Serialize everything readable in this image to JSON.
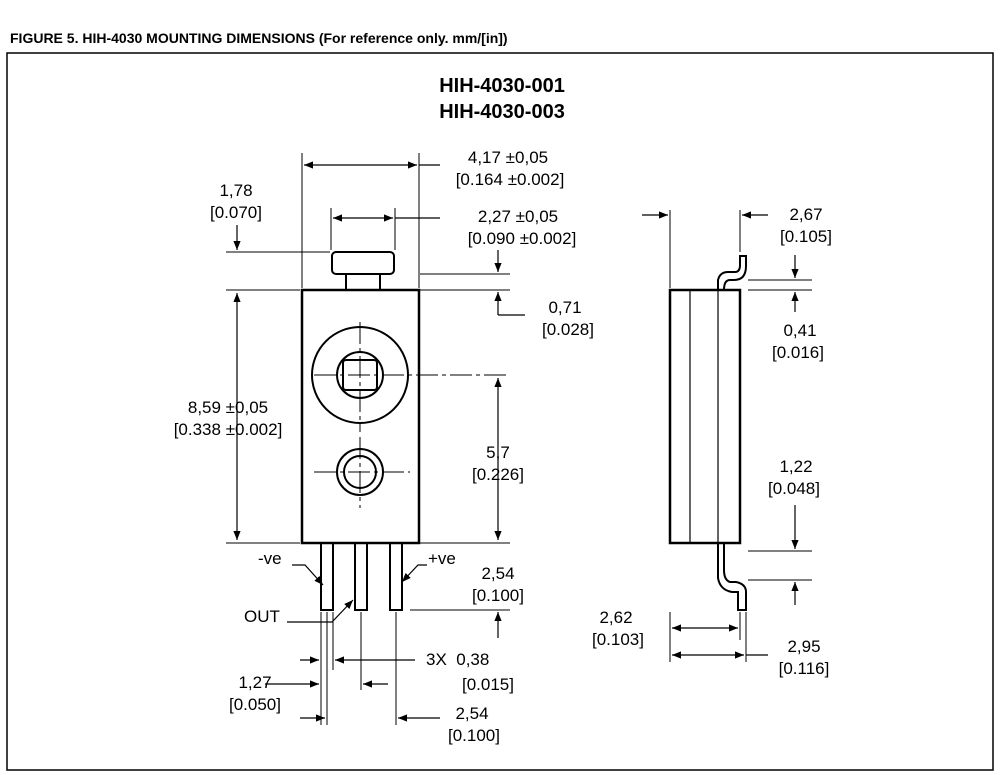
{
  "caption": "FIGURE 5. HIH-4030 MOUNTING DIMENSIONS (For reference only. mm/[in])",
  "titles": [
    "HIH-4030-001",
    "HIH-4030-003"
  ],
  "dimensions": {
    "body_width": [
      "4,17 ±0,05",
      "[0.164 ±0.002]"
    ],
    "cap_width": [
      "2,27 ±0,05",
      "[0.090 ±0.002]"
    ],
    "cap_offset": [
      "1,78",
      "[0.070]"
    ],
    "cap_height": [
      "0,71",
      "[0.028]"
    ],
    "body_height": [
      "8,59 ±0,05",
      "[0.338 ±0.002]"
    ],
    "hole_spacing": [
      "5,7",
      "[0.226]"
    ],
    "lead_length": [
      "2,54",
      "[0.100]"
    ],
    "lead_width": [
      "3X  0,38",
      "[0.015]"
    ],
    "lead_pitch_inner": [
      "1,27",
      "[0.050]"
    ],
    "lead_pitch": [
      "2,54",
      "[0.100]"
    ],
    "side_top": [
      "2,67",
      "[0.105]"
    ],
    "side_flange": [
      "0,41",
      "[0.016]"
    ],
    "side_bend": [
      "1,22",
      "[0.048]"
    ],
    "side_body_depth": [
      "2,62",
      "[0.103]"
    ],
    "side_total_depth": [
      "2,95",
      "[0.116]"
    ]
  },
  "pins": {
    "neg": "-ve",
    "pos": "+ve",
    "out": "OUT"
  }
}
